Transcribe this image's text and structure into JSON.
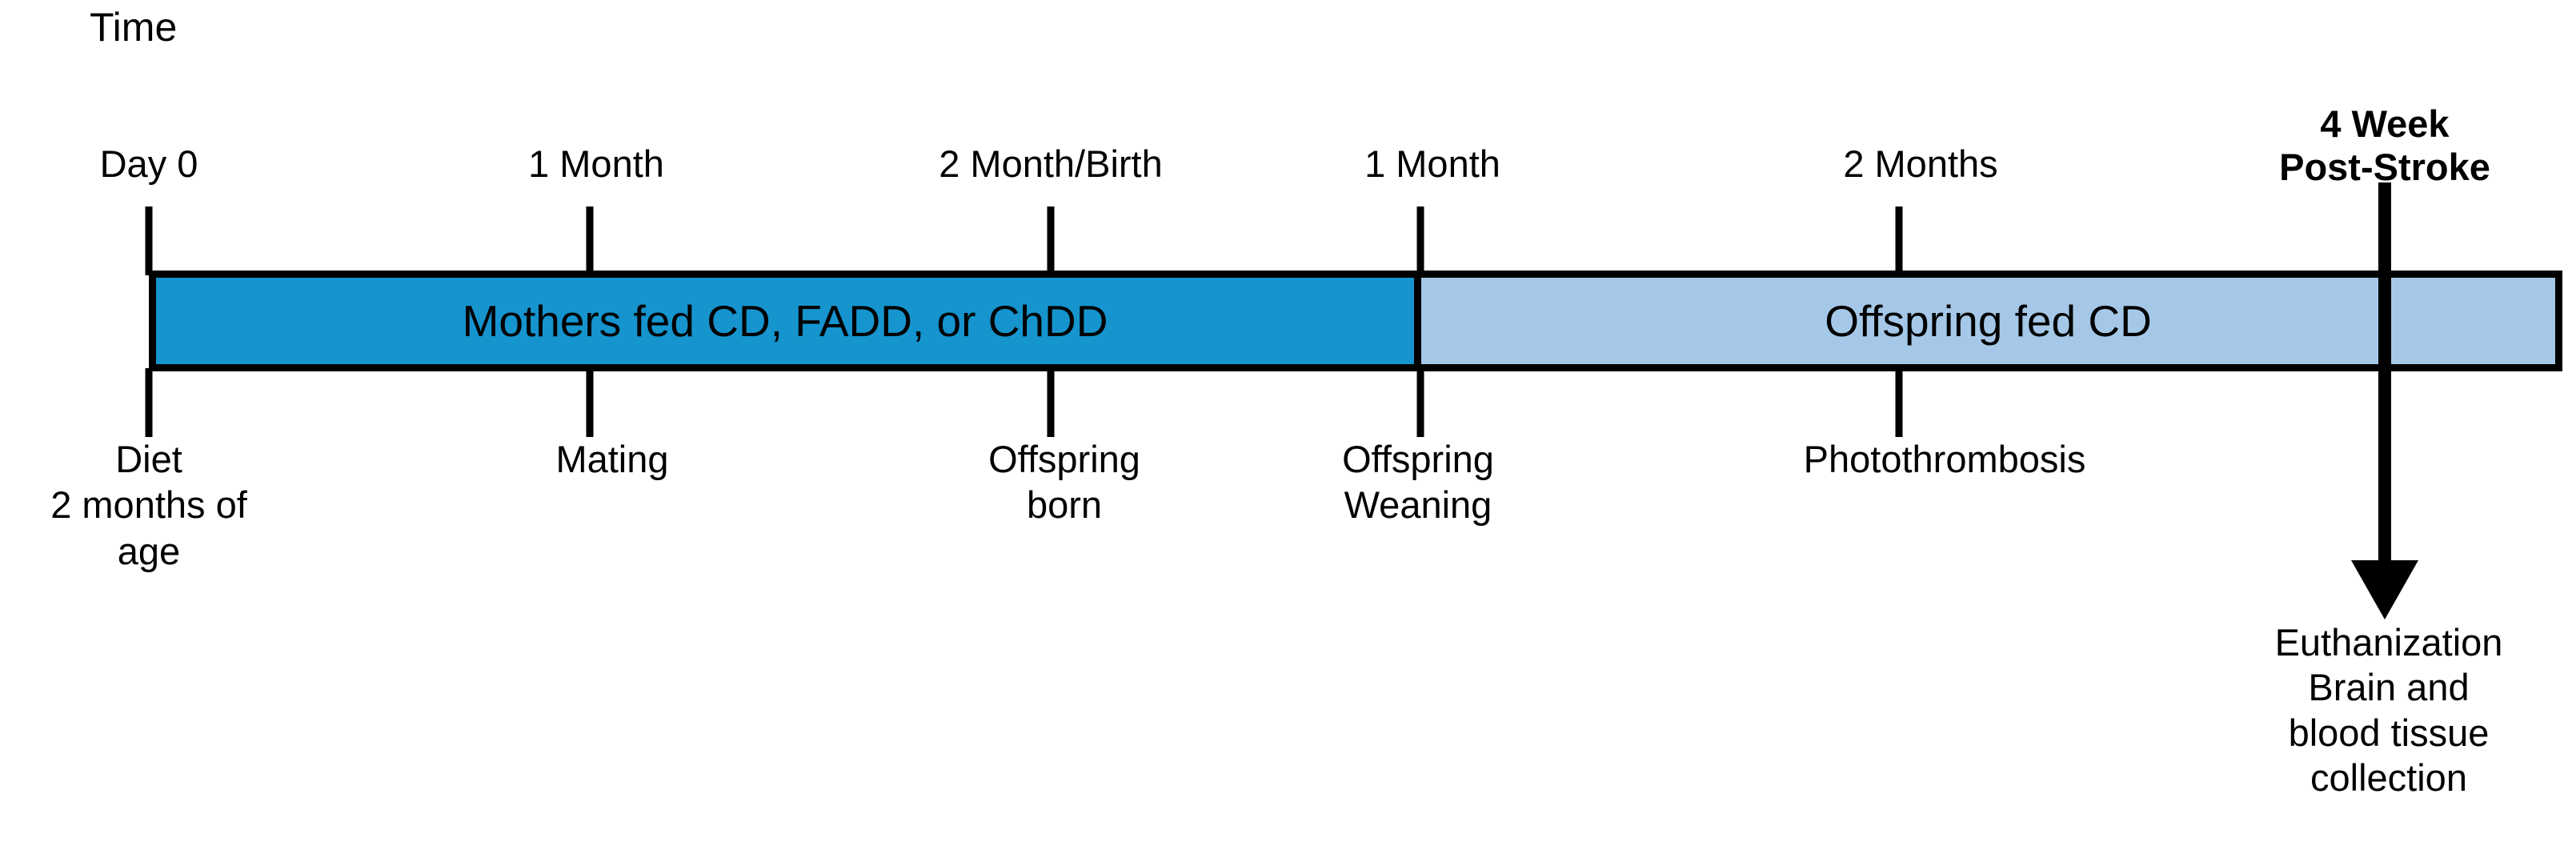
{
  "diagram": {
    "axis_label": "Time",
    "bar": {
      "segments": [
        {
          "id": "mothers",
          "label": "Mothers fed CD, FADD, or ChDD",
          "color": "#1594ce"
        },
        {
          "id": "offspring",
          "label": "Offspring fed CD",
          "color": "#a5c8e8"
        }
      ]
    },
    "timepoints": [
      {
        "top": "Day 0",
        "bottom": "Diet\n2 months of\nage",
        "bold": false
      },
      {
        "top": "1 Month",
        "bottom": "Mating",
        "bold": false
      },
      {
        "top": "2 Month/Birth",
        "bottom": "Offspring\nborn",
        "bold": false
      },
      {
        "top": "1 Month",
        "bottom": "Offspring\nWeaning",
        "bold": false
      },
      {
        "top": "2 Months",
        "bottom": "Photothrombosis",
        "bold": false
      },
      {
        "top": "4 Week\nPost-Stroke",
        "bottom": "",
        "bold": true
      }
    ],
    "endpoint": {
      "label": "Euthanization\nBrain and\nblood tissue\ncollection"
    }
  }
}
